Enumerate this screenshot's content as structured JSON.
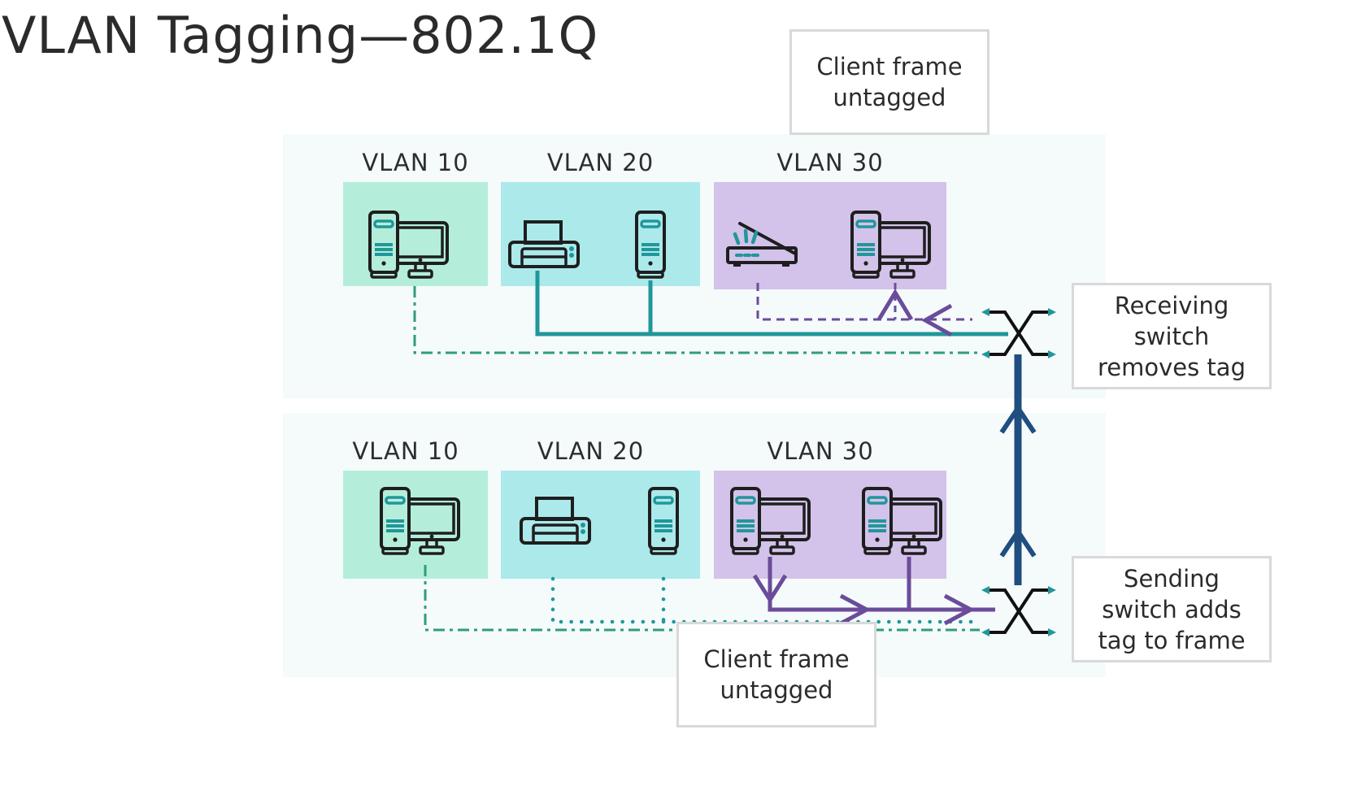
{
  "title": "VLAN Tagging—802.1Q",
  "colors": {
    "vlan10_zone": "#b4eedb",
    "vlan20_zone": "#ace9eb",
    "vlan30_zone": "#d3c2ea",
    "teal": "#20979a",
    "green": "#2e9e77",
    "purple": "#6b4c9a",
    "trunk": "#1f4e7f",
    "panel": "#f5fafb",
    "icon_stroke": "#1e1e1e"
  },
  "top_group": {
    "vlans": [
      {
        "label": "VLAN 10",
        "devices": [
          "desktop-computer"
        ]
      },
      {
        "label": "VLAN 20",
        "devices": [
          "printer",
          "server-tower"
        ]
      },
      {
        "label": "VLAN 30",
        "devices": [
          "scanner",
          "desktop-computer"
        ]
      }
    ]
  },
  "bottom_group": {
    "vlans": [
      {
        "label": "VLAN 10",
        "devices": [
          "desktop-computer"
        ]
      },
      {
        "label": "VLAN 20",
        "devices": [
          "printer",
          "server-tower"
        ]
      },
      {
        "label": "VLAN 30",
        "devices": [
          "desktop-computer",
          "desktop-computer"
        ]
      }
    ]
  },
  "callouts": {
    "top_client_frame": [
      "Client frame",
      "untagged"
    ],
    "receiving_switch": [
      "Receiving",
      "switch",
      "removes tag"
    ],
    "sending_switch": [
      "Sending",
      "switch adds",
      "tag to frame"
    ],
    "bottom_client_frame": [
      "Client frame",
      "untagged"
    ]
  },
  "switches": {
    "top": "network-switch",
    "bottom": "network-switch"
  }
}
